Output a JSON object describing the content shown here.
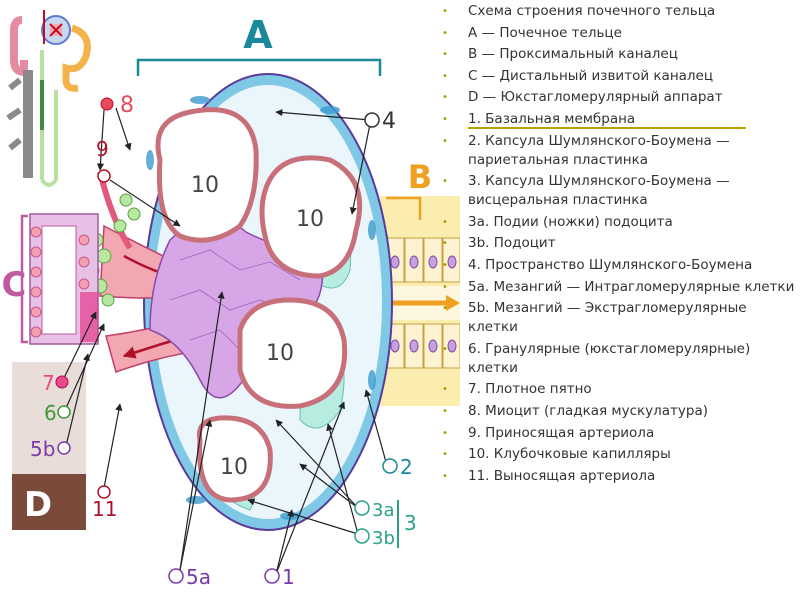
{
  "diagram": {
    "section_labels": {
      "a": "A",
      "b": "B",
      "c": "C",
      "d": "D"
    },
    "numbers": {
      "n1": "1",
      "n2": "2",
      "n3": "3",
      "n3a": "3a",
      "n3b": "3b",
      "n4": "4",
      "n5a": "5a",
      "n5b": "5b",
      "n6": "6",
      "n7": "7",
      "n8": "8",
      "n9": "9",
      "n11": "11",
      "cap1": "10",
      "cap2": "10",
      "cap3": "10",
      "cap4": "10"
    },
    "colors": {
      "section_a": "#1a8a9a",
      "section_b": "#f0a020",
      "section_c": "#c05aa0",
      "section_d": "#7a4a3a",
      "capillary": "#f5c9c9",
      "mesangium": "#d6a6e6",
      "capsule": "#9fd8ee",
      "podocyte": "#b7ece1"
    }
  },
  "legend": {
    "items": [
      "Схема строения почечного тельца",
      "А — Почечное тельце",
      "В — Проксимальный каналец",
      "С — Дистальный извитой каналец",
      "D — Юкстагломерулярный аппарат",
      "1. Базальная мембрана",
      "2. Капсула Шумлянского-Боумена — париетальная пластинка",
      "3. Капсула Шумлянского-Боумена — висцеральная пластинка",
      "3а. Подии (ножки) подоцита",
      "3b. Подоцит",
      "4. Пространство Шумлянского-Боумена",
      "5а. Мезангий — Интрагломерулярные клетки",
      "5b. Мезангий — Экстрагломерулярные клетки",
      "6. Гранулярные (юкстагломерулярные) клетки",
      "7. Плотное пятно",
      "8. Миоцит (гладкая мускулатура)",
      "9. Приносящая артериола",
      "10. Клубочковые капилляры",
      "11. Выносящая артериола"
    ]
  }
}
